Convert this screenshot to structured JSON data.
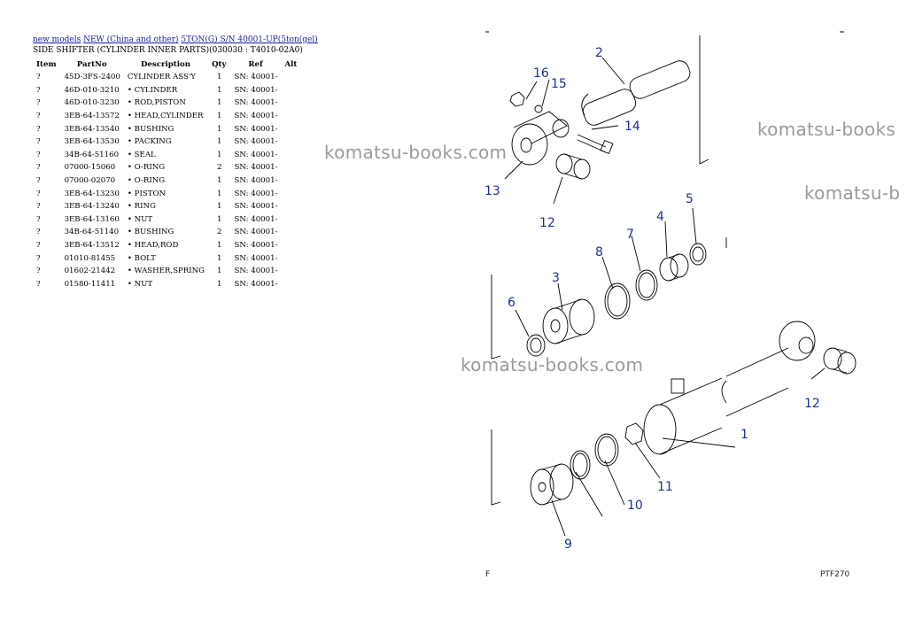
{
  "breadcrumb": [
    {
      "label": "new models"
    },
    {
      "label": "NEW (China and other)"
    },
    {
      "label": "5TON(G) S/N 40001-UP(5ton(gel)"
    }
  ],
  "subtitle": "SIDE SHIFTER (CYLINDER INNER PARTS)(030030 : T4010-02A0)",
  "table": {
    "headers": [
      "Item",
      "PartNo",
      "Description",
      "Qty",
      "Ref",
      "Alt"
    ],
    "rows": [
      [
        "?",
        "45D-3FS-2400",
        "CYLINDER ASS'Y",
        "1",
        "SN: 40001-",
        ""
      ],
      [
        "?",
        "46D-010-3210",
        "• CYLINDER",
        "1",
        "SN: 40001-",
        ""
      ],
      [
        "?",
        "46D-010-3230",
        "• ROD,PISTON",
        "1",
        "SN: 40001-",
        ""
      ],
      [
        "?",
        "3EB-64-13572",
        "• HEAD,CYLINDER",
        "1",
        "SN: 40001-",
        ""
      ],
      [
        "?",
        "3EB-64-13540",
        "• BUSHING",
        "1",
        "SN: 40001-",
        ""
      ],
      [
        "?",
        "3EB-64-13530",
        "• PACKING",
        "1",
        "SN: 40001-",
        ""
      ],
      [
        "?",
        "34B-64-51160",
        "• SEAL",
        "1",
        "SN: 40001-",
        ""
      ],
      [
        "?",
        "07000-15060",
        "• O-RING",
        "2",
        "SN: 40001-",
        ""
      ],
      [
        "?",
        "07000-02070",
        "• O-RING",
        "1",
        "SN: 40001-",
        ""
      ],
      [
        "?",
        "3EB-64-13230",
        "• PISTON",
        "1",
        "SN: 40001-",
        ""
      ],
      [
        "?",
        "3EB-64-13240",
        "• RING",
        "1",
        "SN: 40001-",
        ""
      ],
      [
        "?",
        "3EB-64-13160",
        "• NUT",
        "1",
        "SN: 40001-",
        ""
      ],
      [
        "?",
        "34B-64-51140",
        "• BUSHING",
        "2",
        "SN: 40001-",
        ""
      ],
      [
        "?",
        "3EB-64-13512",
        "• HEAD,ROD",
        "1",
        "SN: 40001-",
        ""
      ],
      [
        "?",
        "01010-81455",
        "• BOLT",
        "1",
        "SN: 40001-",
        ""
      ],
      [
        "?",
        "01602-21442",
        "• WASHER,SPRING",
        "1",
        "SN: 40001-",
        ""
      ],
      [
        "?",
        "01580-11411",
        "• NUT",
        "1",
        "SN: 40001-",
        ""
      ]
    ]
  },
  "diagram": {
    "callouts": [
      "1",
      "2",
      "3",
      "4",
      "5",
      "6",
      "7",
      "8",
      "9",
      "10",
      "11",
      "12",
      "13",
      "14",
      "15",
      "16"
    ],
    "callout_color": "#1c2f9c",
    "footer_left": "F",
    "footer_right": "PTF270"
  },
  "watermark": "komatsu-books.com",
  "watermark_right": "komatsu-books",
  "watermark_right2": "komatsu-b"
}
